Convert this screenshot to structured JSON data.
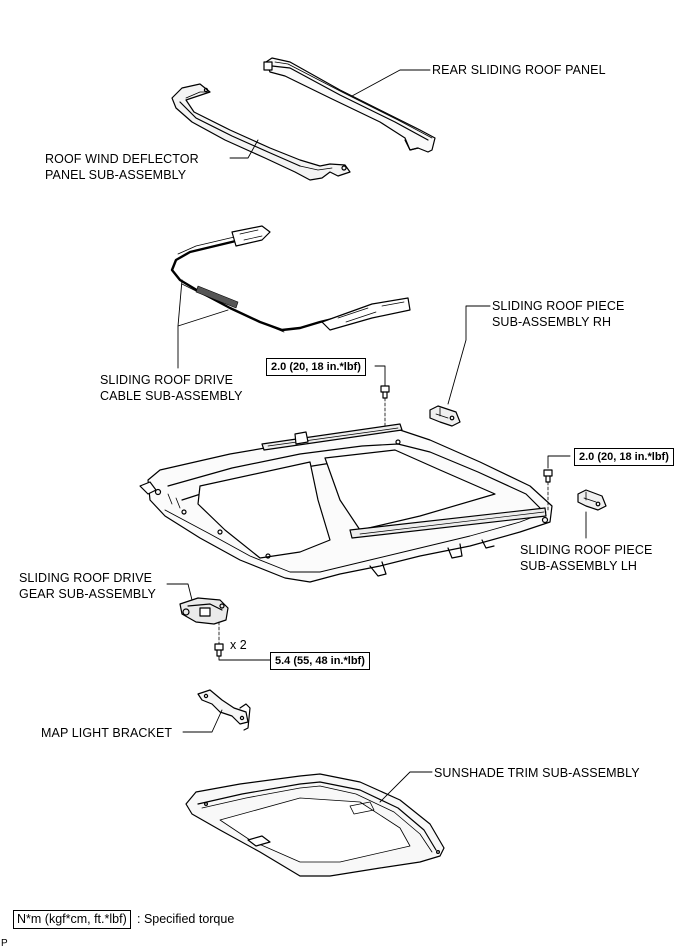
{
  "labels": {
    "rear_panel": "REAR SLIDING ROOF PANEL",
    "deflector_line1": "ROOF WIND DEFLECTOR",
    "deflector_line2": "PANEL SUB-ASSEMBLY",
    "piece_rh_line1": "SLIDING ROOF PIECE",
    "piece_rh_line2": "SUB-ASSEMBLY RH",
    "cable_line1": "SLIDING ROOF DRIVE",
    "cable_line2": "CABLE SUB-ASSEMBLY",
    "piece_lh_line1": "SLIDING ROOF PIECE",
    "piece_lh_line2": "SUB-ASSEMBLY LH",
    "gear_line1": "SLIDING ROOF DRIVE",
    "gear_line2": "GEAR SUB-ASSEMBLY",
    "map_bracket": "MAP LIGHT BRACKET",
    "sunshade": "SUNSHADE TRIM SUB-ASSEMBLY"
  },
  "torques": {
    "rh_bolt": "2.0 (20, 18 in.*lbf)",
    "lh_bolt": "2.0 (20, 18 in.*lbf)",
    "gear_screw": "5.4 (55, 48 in.*lbf)"
  },
  "quantity": "x 2",
  "legend": {
    "box": "N*m (kgf*cm, ft.*lbf)",
    "text": ": Specified torque"
  },
  "page_mark": "P"
}
